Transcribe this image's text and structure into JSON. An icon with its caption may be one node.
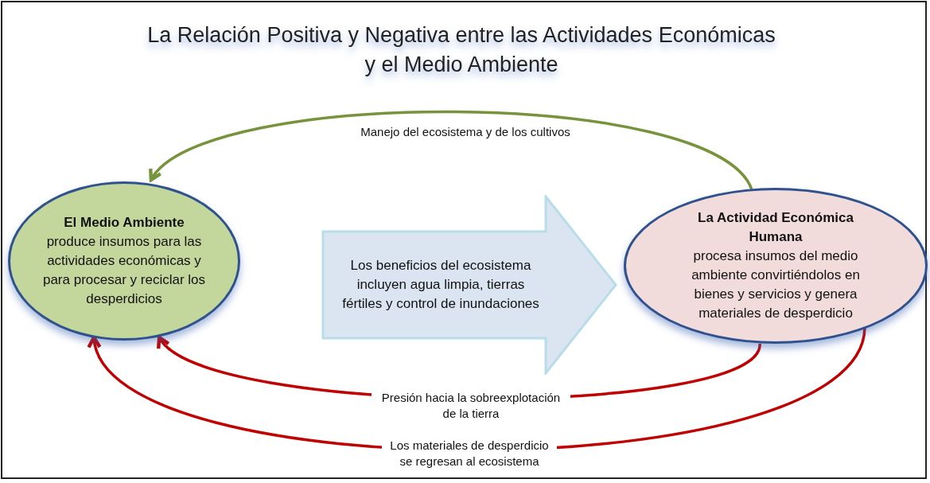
{
  "diagram": {
    "title": "La Relación Positiva y Negativa entre las Actividades Económicas y el Medio Ambiente",
    "nodes": [
      {
        "text": [
          "El Medio Ambiente",
          "produce insumos para las actividades económicas y para procesar y reciclar  los desperdicios"
        ]
      },
      {
        "text": [
          "Los beneficios del ecosistema incluyen agua limpia, tierras fértiles y control de inundaciones"
        ]
      },
      {
        "text": [
          "La  Actividad Económica Humana",
          "procesa insumos del medio ambiente convirtiéndolos en bienes y servicios y genera materiales de desperdicio"
        ]
      }
    ],
    "edges": [
      {
        "from": 2,
        "to": 0,
        "arrow": "to",
        "label": "Manejo del ecosistema y de los cultivos",
        "color": "#77933c"
      },
      {
        "from": 2,
        "to": 0,
        "arrow": "to",
        "label": "Presión hacia la sobreexplotación de la tierra"
      },
      {
        "from": 2,
        "to": 0,
        "arrow": "to",
        "label": "Los materiales de desperdicio se regresan al ecosistema"
      }
    ]
  }
}
